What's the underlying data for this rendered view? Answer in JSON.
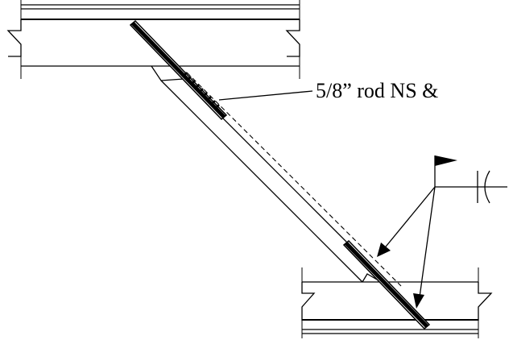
{
  "callout": {
    "rod_label": "5/8” rod NS &"
  },
  "weld_symbol": {
    "flag": "field-weld-flag",
    "tail": "weld-tail"
  }
}
